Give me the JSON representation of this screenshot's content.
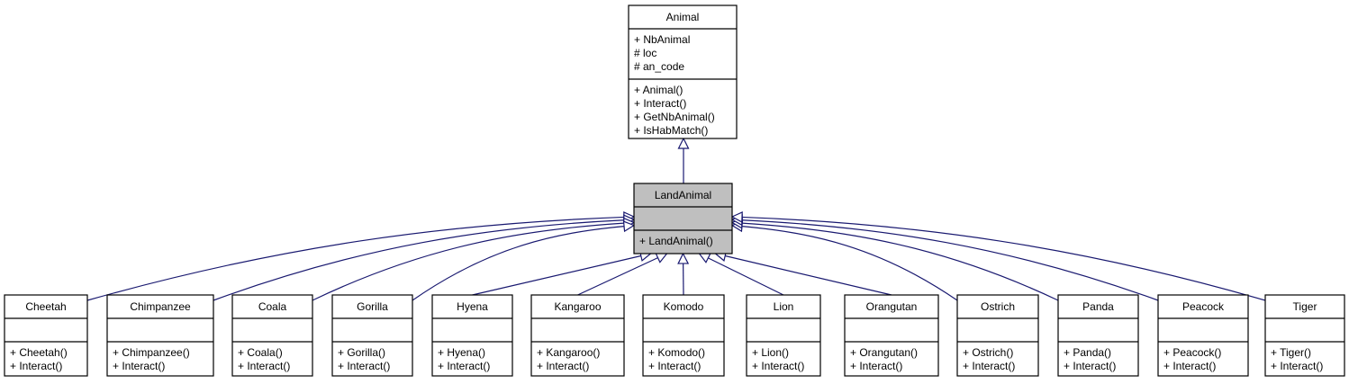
{
  "colors": {
    "line": "#191970",
    "border": "#000000",
    "fill": "#ffffff",
    "highlight": "#bfbfbf"
  },
  "base": {
    "name": "Animal",
    "attributes": [
      "+ NbAnimal",
      "# loc",
      "# an_code"
    ],
    "methods": [
      "+ Animal()",
      "+ Interact()",
      "+ GetNbAnimal()",
      "+ IsHabMatch()"
    ]
  },
  "middle": {
    "name": "LandAnimal",
    "attributes": [],
    "methods": [
      "+ LandAnimal()"
    ],
    "highlighted": true
  },
  "children": [
    {
      "name": "Cheetah",
      "methods": [
        "+ Cheetah()",
        "+ Interact()"
      ]
    },
    {
      "name": "Chimpanzee",
      "methods": [
        "+ Chimpanzee()",
        "+ Interact()"
      ]
    },
    {
      "name": "Coala",
      "methods": [
        "+ Coala()",
        "+ Interact()"
      ]
    },
    {
      "name": "Gorilla",
      "methods": [
        "+ Gorilla()",
        "+ Interact()"
      ]
    },
    {
      "name": "Hyena",
      "methods": [
        "+ Hyena()",
        "+ Interact()"
      ]
    },
    {
      "name": "Kangaroo",
      "methods": [
        "+ Kangaroo()",
        "+ Interact()"
      ]
    },
    {
      "name": "Komodo",
      "methods": [
        "+ Komodo()",
        "+ Interact()"
      ]
    },
    {
      "name": "Lion",
      "methods": [
        "+ Lion()",
        "+ Interact()"
      ]
    },
    {
      "name": "Orangutan",
      "methods": [
        "+ Orangutan()",
        "+ Interact()"
      ]
    },
    {
      "name": "Ostrich",
      "methods": [
        "+ Ostrich()",
        "+ Interact()"
      ]
    },
    {
      "name": "Panda",
      "methods": [
        "+ Panda()",
        "+ Interact()"
      ]
    },
    {
      "name": "Peacock",
      "methods": [
        "+ Peacock()",
        "+ Interact()"
      ]
    },
    {
      "name": "Tiger",
      "methods": [
        "+ Tiger()",
        "+ Interact()"
      ]
    }
  ]
}
